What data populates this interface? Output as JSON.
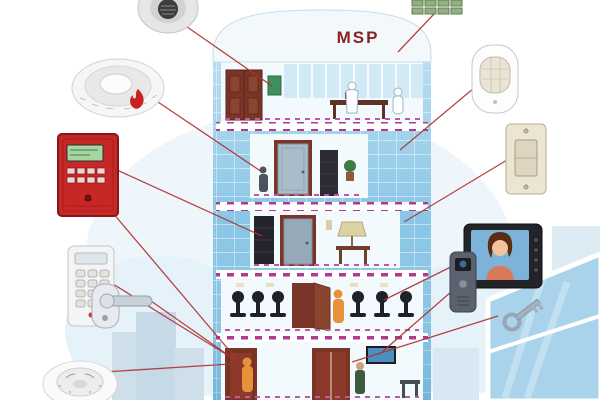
{
  "building": {
    "label": "MSP"
  },
  "palette": {
    "accent_line_red": "#b03030",
    "glass_blue": "#89c6e6",
    "floor_band_magenta": "#b03a8c",
    "fire_panel_red": "#c62828",
    "label_red": "#8b2222"
  },
  "devices": [
    {
      "name": "siren-sounder"
    },
    {
      "name": "smoke-detector"
    },
    {
      "name": "terminal-blocks"
    },
    {
      "name": "motion-sensor"
    },
    {
      "name": "light-switch"
    },
    {
      "name": "fire-alarm-panel"
    },
    {
      "name": "access-keypad"
    },
    {
      "name": "door-handle-lock"
    },
    {
      "name": "heat-detector"
    },
    {
      "name": "video-intercom-monitor"
    },
    {
      "name": "door-station"
    },
    {
      "name": "window-security-key"
    }
  ]
}
